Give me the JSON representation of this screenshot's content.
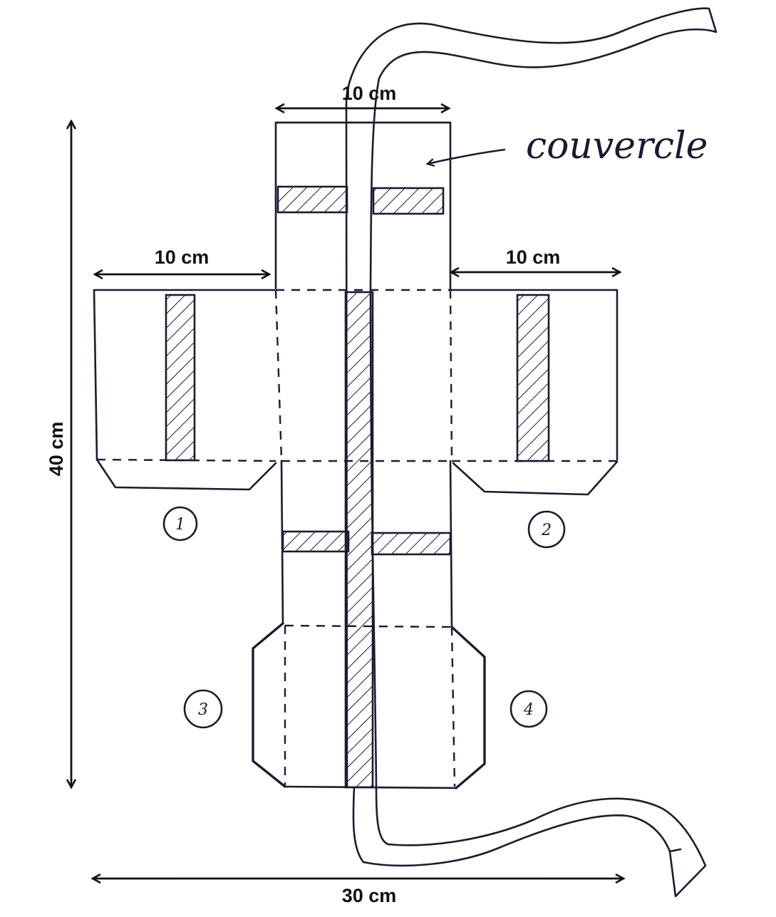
{
  "labels": {
    "top_width": "10 cm",
    "left_width": "10 cm",
    "right_width": "10 cm",
    "total_height": "40 cm",
    "total_width": "30 cm",
    "lid": "couvercle"
  },
  "panels": {
    "p1": "1",
    "p2": "2",
    "p3": "3",
    "p4": "4"
  },
  "colors": {
    "ink": "#1c1c30",
    "paper": "#ffffff"
  }
}
